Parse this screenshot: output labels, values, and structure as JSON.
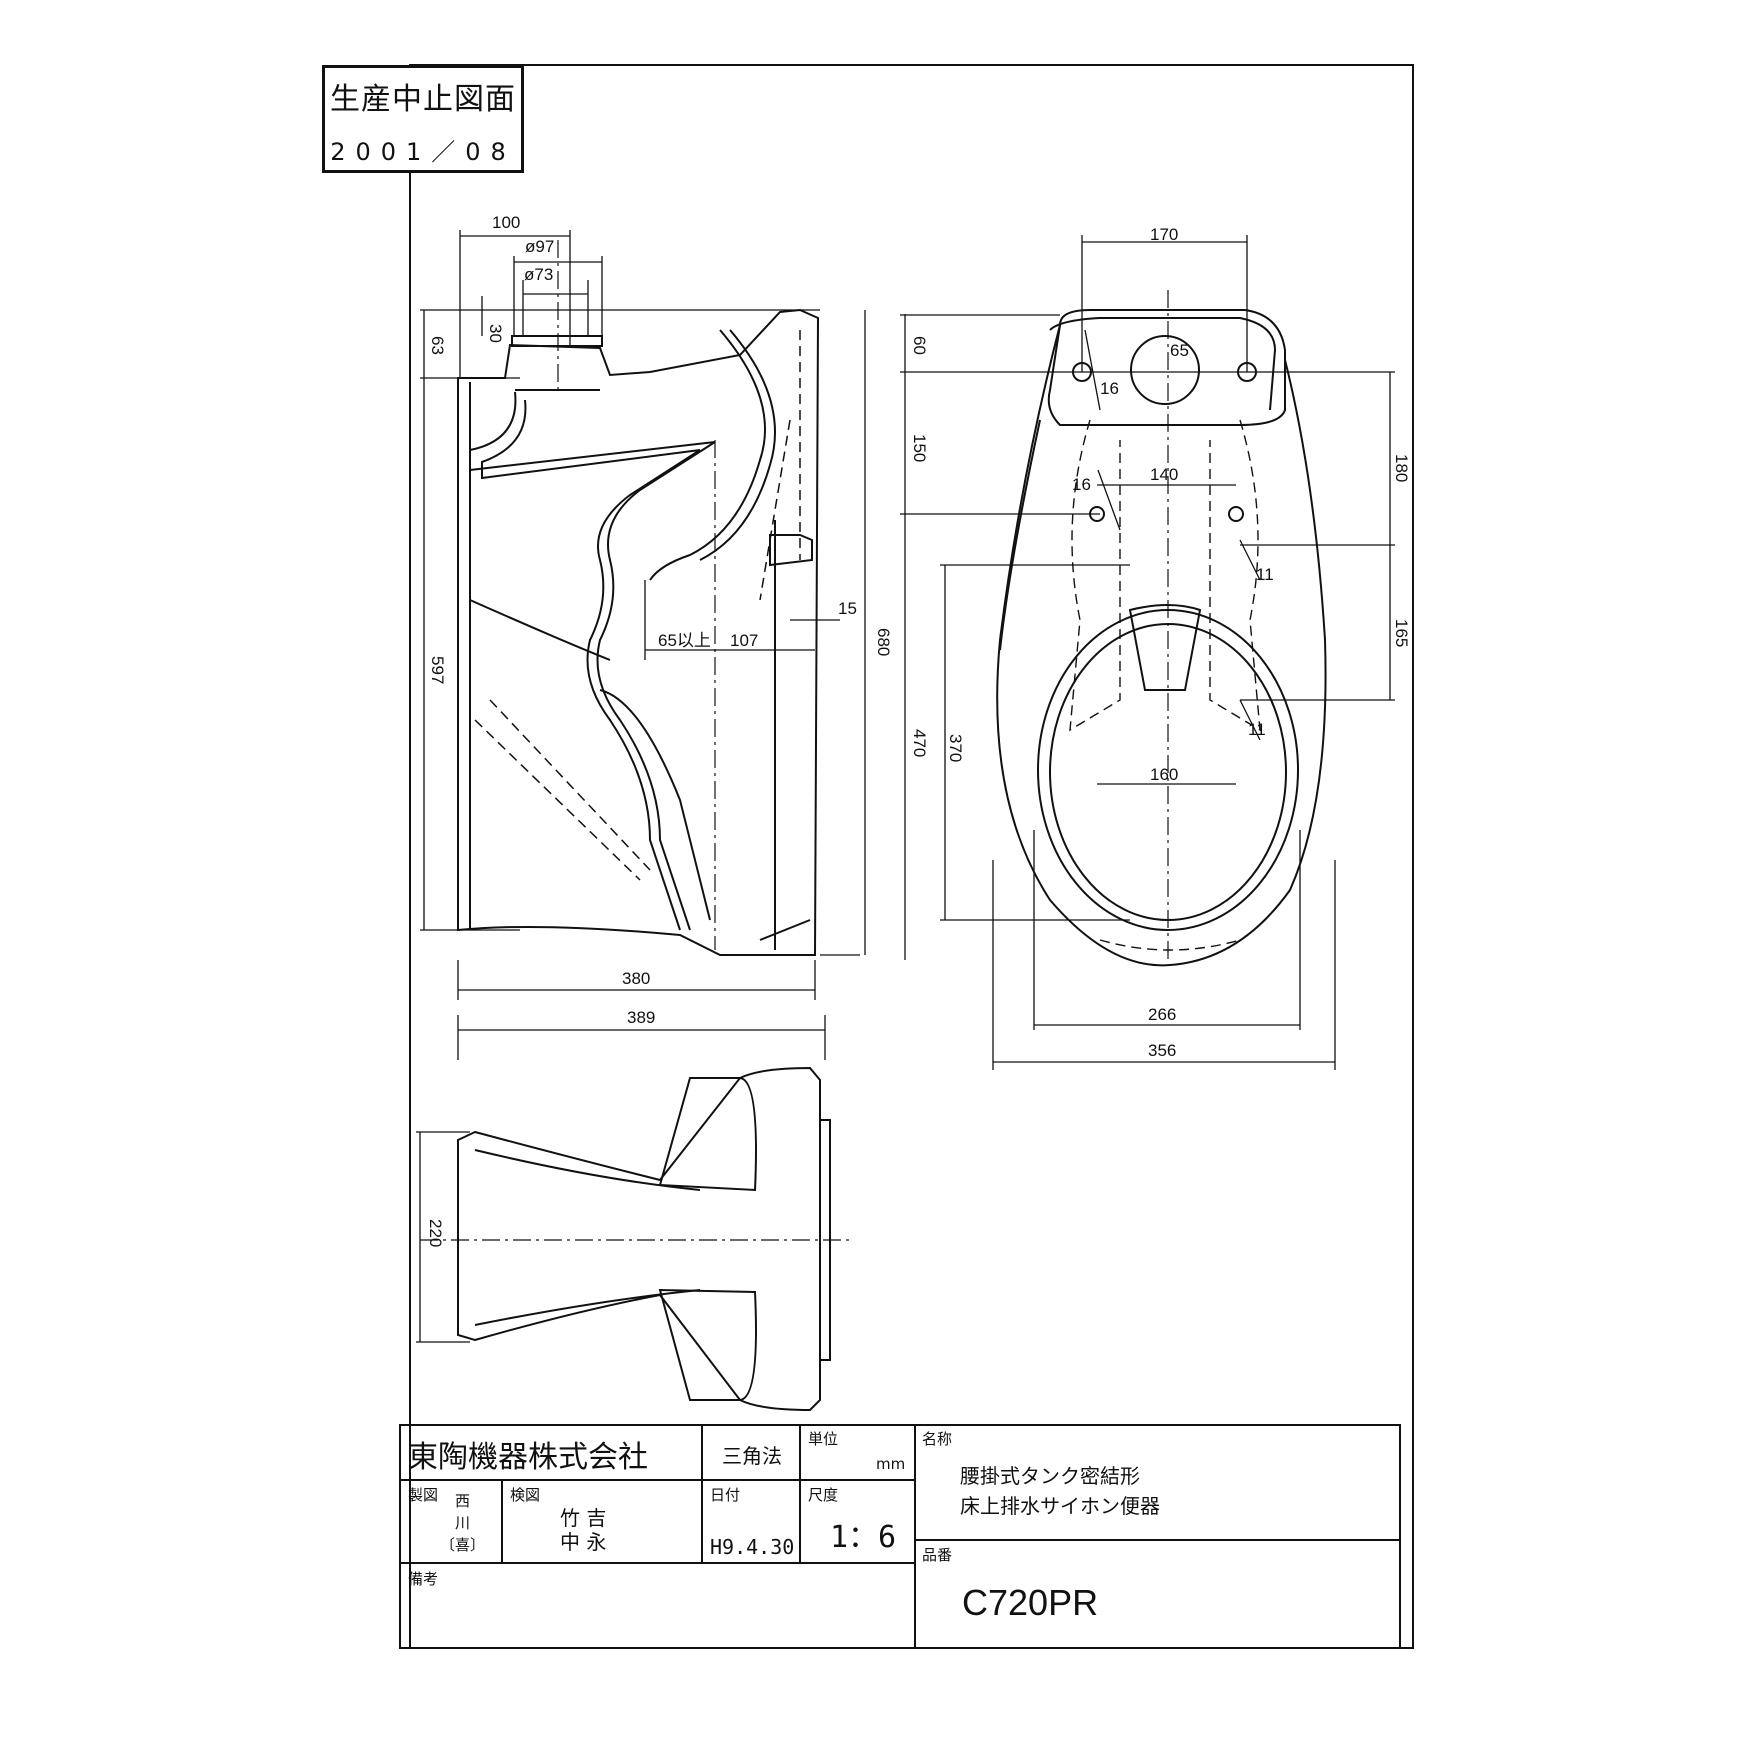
{
  "stamp": {
    "title": "生産中止図面",
    "date": "2001／08"
  },
  "dimensions": {
    "side": {
      "d100": "100",
      "d97": "ø97",
      "d73": "ø73",
      "d30": "30",
      "d63": "63",
      "d597": "597",
      "d65": "65以上",
      "d107": "107",
      "d15": "15",
      "d680": "680",
      "d380": "380"
    },
    "top": {
      "d170": "170",
      "d60": "60",
      "d65": "65",
      "d16a": "16",
      "d150": "150",
      "d180": "180",
      "d140": "140",
      "d16b": "16",
      "d11a": "11",
      "d165": "165",
      "d470": "470",
      "d370": "370",
      "d11b": "11",
      "d160": "160",
      "d266": "266",
      "d356": "356"
    },
    "bottom": {
      "d389": "389",
      "d220": "220"
    }
  },
  "title_block": {
    "company": "東陶機器株式会社",
    "projection": "三角法",
    "unit_label": "単位",
    "unit_value": "mm",
    "name_label": "名称",
    "name_line1": "腰掛式タンク密結形",
    "name_line2": "床上排水サイホン便器",
    "drawn_label": "製図",
    "drawn_by": [
      "西",
      "川",
      "〔喜〕"
    ],
    "checked_label": "検図",
    "checked_by": [
      "竹 吉",
      "中 永"
    ],
    "date_label": "日付",
    "date_value": "H9.4.30",
    "scale_label": "尺度",
    "scale_value": "1：6",
    "product_label": "品番",
    "product_code": "C720PR",
    "remarks_label": "備考"
  }
}
